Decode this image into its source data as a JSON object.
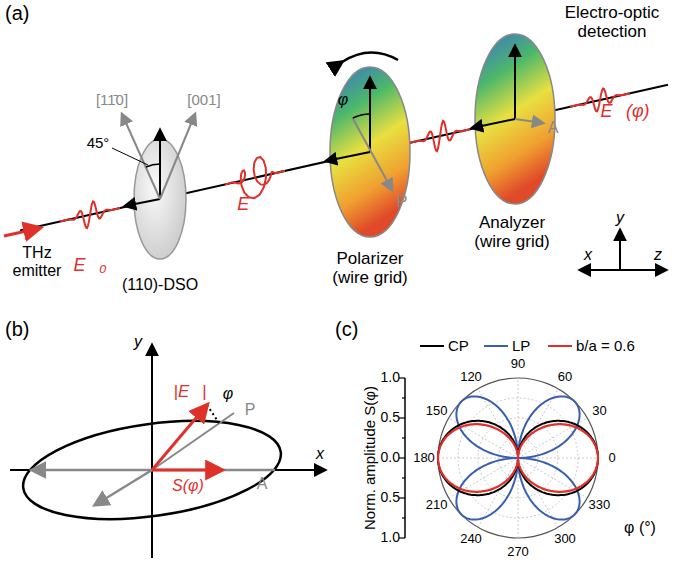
{
  "diagram": {
    "labels": [
      "(a)",
      "Electro-optic detection",
      "[11̄0]",
      "[001]",
      "45°",
      "THz emitter",
      "E⃗₀",
      "(110)-DSO",
      "E⃗",
      "φ",
      "P",
      "Polarizer (wire grid)",
      "A",
      "Analyzer (wire grid)",
      "E⃗(φ)",
      "y",
      "x",
      "z",
      "(b)",
      "y",
      "x",
      "|E⃗|",
      "P",
      "φ",
      "S(φ)",
      "A",
      "(c)",
      "Norm. amplitude S(φ)",
      "1.0",
      "0.5",
      "0.0",
      "0.5",
      "1.0",
      "90",
      "60",
      "30",
      "0",
      "330",
      "300",
      "270",
      "240",
      "210",
      "180",
      "150",
      "120",
      "φ (°)"
    ],
    "legend": [
      {
        "text": "CP"
      },
      {
        "text": "LP"
      },
      {
        "text": "b/a = 0.6"
      }
    ]
  }
}
